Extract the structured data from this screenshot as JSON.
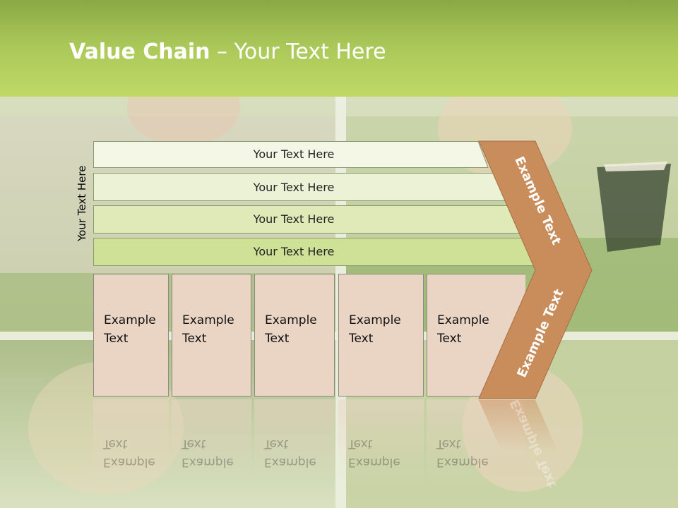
{
  "slide": {
    "title_bold": "Value Chain",
    "title_rest": " – Your Text Here",
    "vertical_label": "Your Text Here",
    "bars": [
      {
        "label": "Your Text Here",
        "fill": "#f4f7e6"
      },
      {
        "label": "Your Text Here",
        "fill": "#ecf2d6"
      },
      {
        "label": "Your Text Here",
        "fill": "#dfeab8"
      },
      {
        "label": "Your Text Here",
        "fill": "#cfe196"
      }
    ],
    "boxes": [
      {
        "label": "Example\nText"
      },
      {
        "label": "Example\nText"
      },
      {
        "label": "Example\nText"
      },
      {
        "label": "Example\nText"
      },
      {
        "label": "Example\nText"
      }
    ],
    "chevron_top_label": "Example Text",
    "chevron_bottom_label": "Example Text",
    "colors": {
      "header": "#a9c758",
      "chevron": "#c98d5b",
      "box": "#ead5c5"
    }
  }
}
